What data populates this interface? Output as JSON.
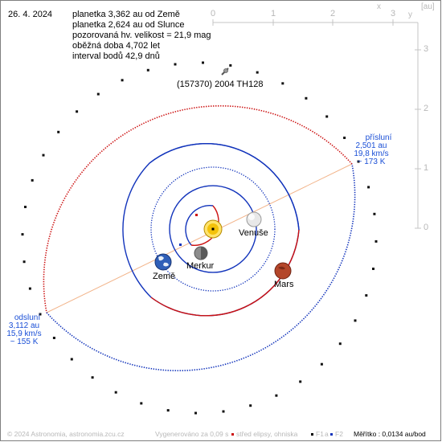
{
  "date": "26. 4. 2024",
  "info_lines": [
    "planetka 3,362 au od Země",
    "planetka 2,624 au od Slunce",
    "pozorovaná hv. velikost = 21,9 mag",
    "oběžná doba 4,702 let",
    "interval bodů 42,9 dnů"
  ],
  "axes": {
    "unit": "[au]",
    "x_letter": "x",
    "y_letter": "y",
    "x_ticks": [
      "0",
      "1",
      "2",
      "3"
    ],
    "y_ticks": [
      "3",
      "2",
      "1",
      "0"
    ]
  },
  "asteroid_label": "(157370) 2004 TH128",
  "perihelion": {
    "title": "přísluní",
    "distance": "2,501 au",
    "speed": "19,8 km/s",
    "temp": "~ 173 K"
  },
  "aphelion": {
    "title": "odsluní",
    "distance": "3,112 au",
    "speed": "15,9 km/s",
    "temp": "~ 155 K"
  },
  "planets": {
    "venus": "Venuše",
    "mercury": "Merkur",
    "earth": "Země",
    "mars": "Mars"
  },
  "footer": {
    "copyright": "© 2024 Astronomia, astronomia.zcu.cz",
    "generated": "Vygenerováno za 0,09 s",
    "center_legend": "střed elipsy, ohniska",
    "f1": "F1",
    "and": "a",
    "f2": "F2",
    "scale": "Měřítko : 0,0134 au/bod"
  },
  "colors": {
    "above_ecliptic": "#cc1111",
    "below_ecliptic": "#1133bb",
    "apsis_line": "#f2b48a",
    "label_blue": "#1a4fd6",
    "sun": "#f4d10a"
  },
  "icons": {
    "sun": "sun-icon",
    "venus": "venus-icon",
    "mercury": "mercury-icon",
    "earth": "earth-icon",
    "mars": "mars-icon",
    "asteroid": "asteroid-marker-icon"
  }
}
